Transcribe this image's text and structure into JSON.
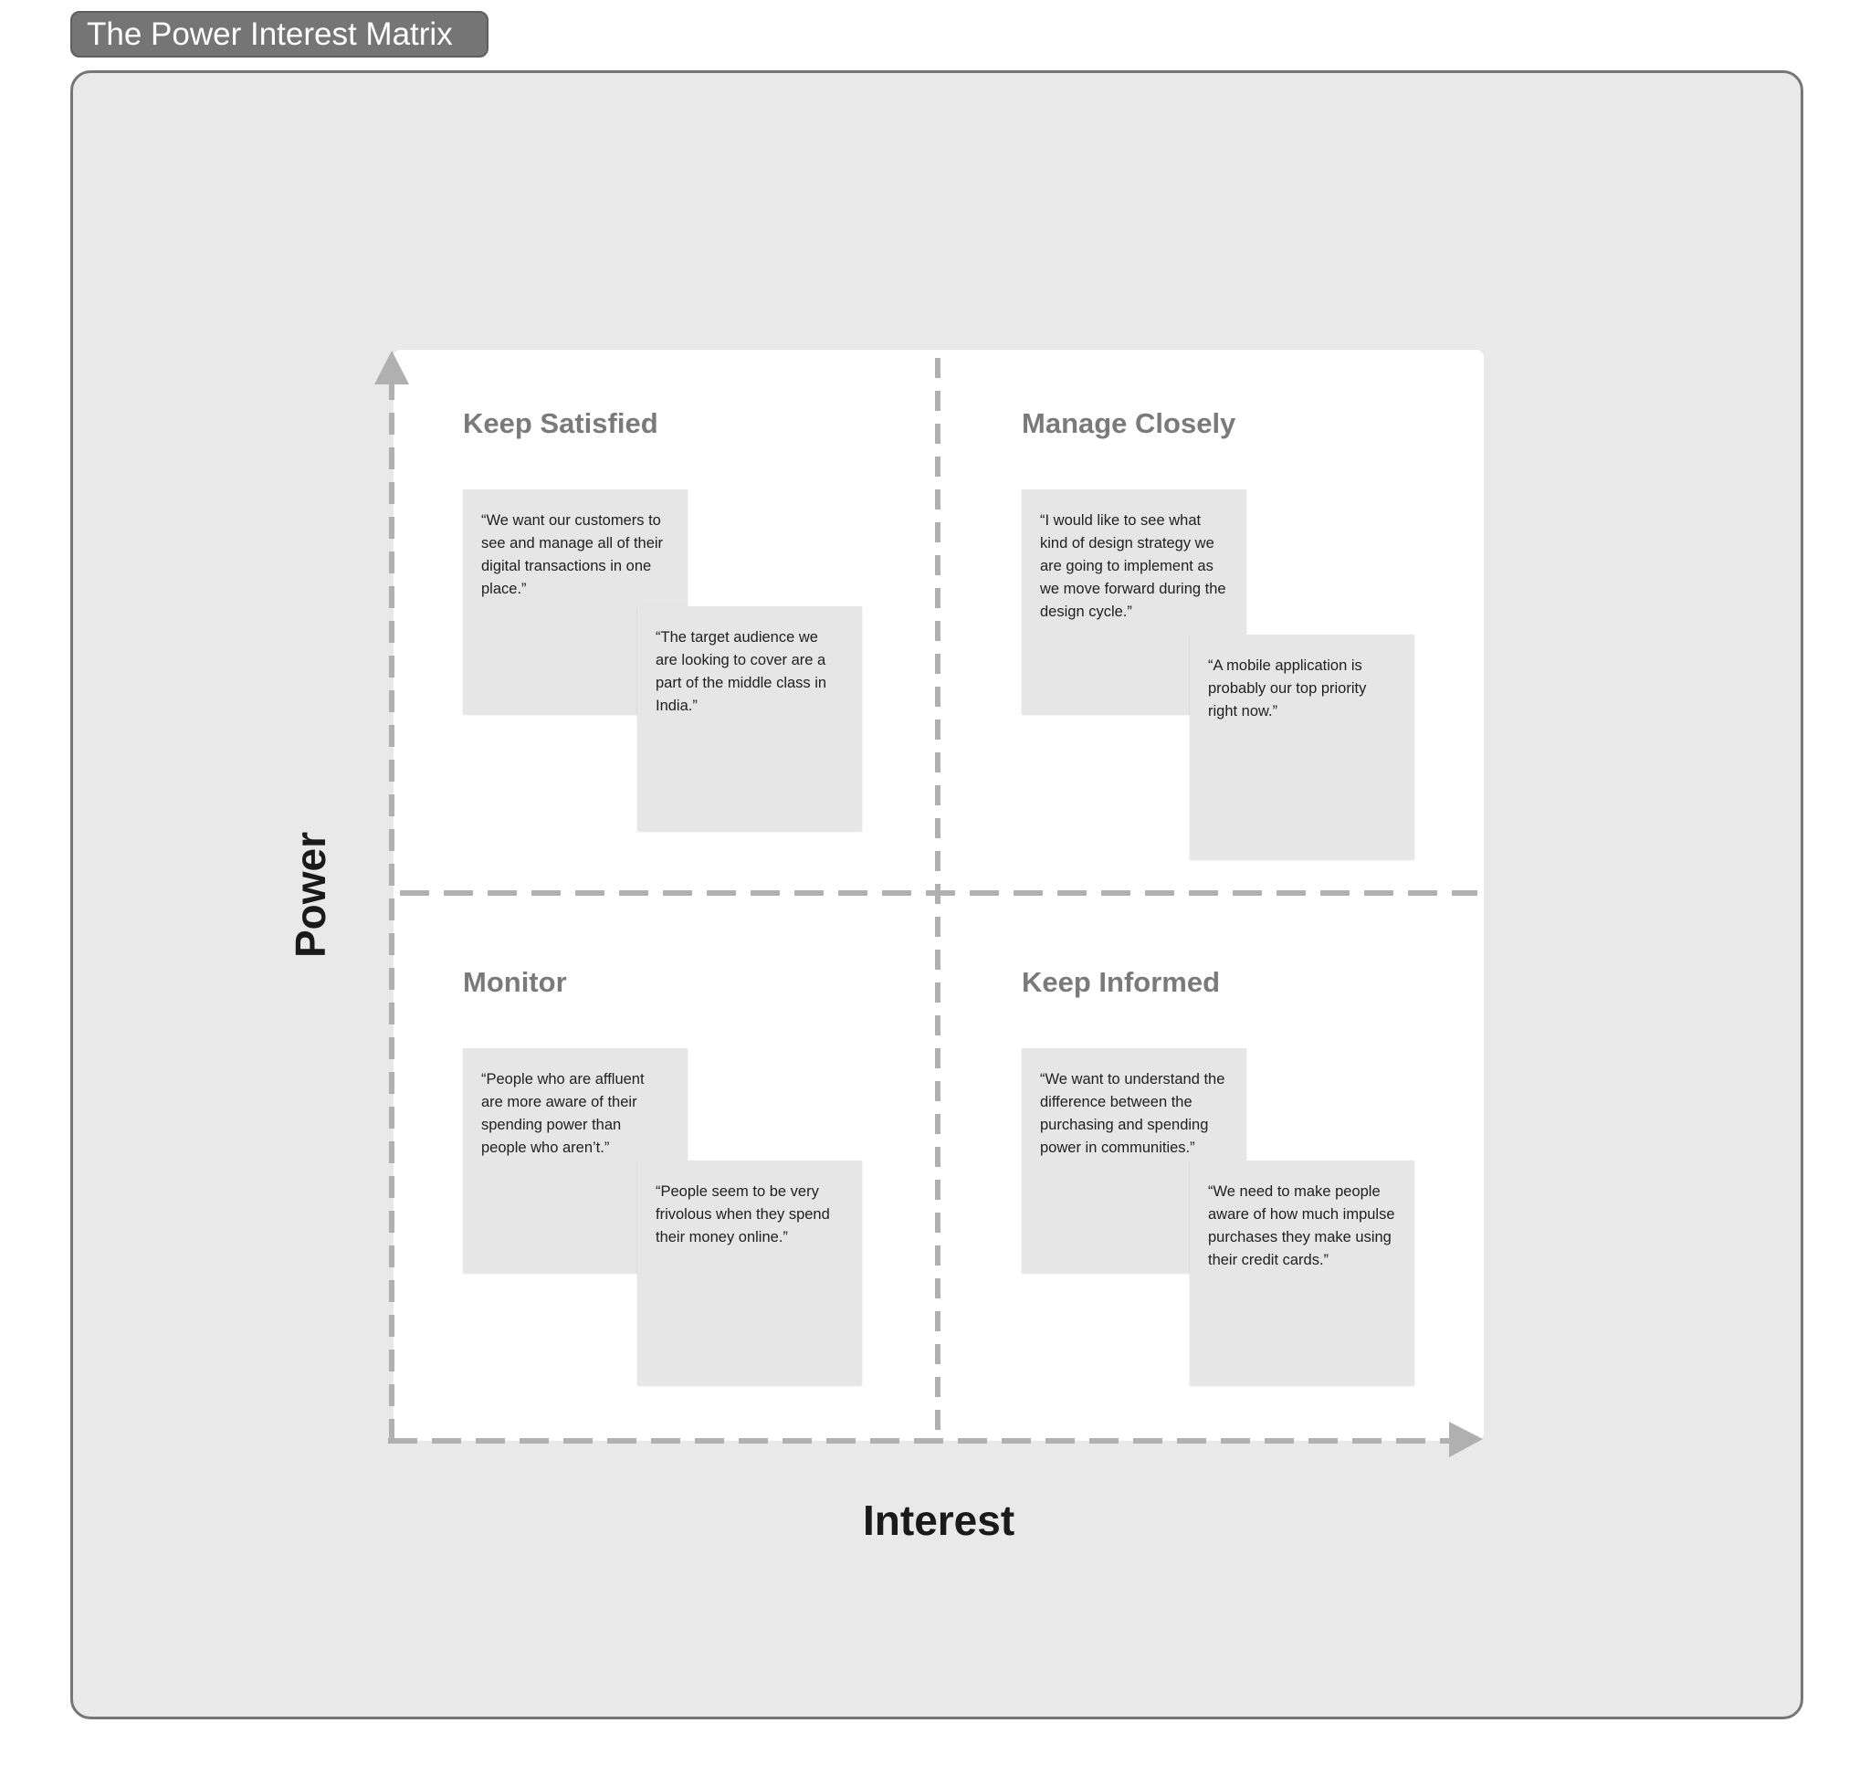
{
  "frame": {
    "title": "The Power Interest Matrix"
  },
  "axes": {
    "x_label": "Interest",
    "y_label": "Power"
  },
  "quadrants": {
    "keep_satisfied": {
      "title": "Keep Satisfied",
      "notes": [
        "“We want our customers to see and manage all of their digital transactions in one place.”",
        "“The target audience we are looking to cover are a part of the middle class in India.”"
      ]
    },
    "manage_closely": {
      "title": "Manage Closely",
      "notes": [
        "“I would like to see what kind of design strategy we are going to implement as we move forward during the design cycle.”",
        "“A mobile application is probably our top priority right now.”"
      ]
    },
    "monitor": {
      "title": "Monitor",
      "notes": [
        "“People who are affluent are more aware of their spending power than people who aren’t.”",
        "“People seem to be very frivolous when they spend their money online.”"
      ]
    },
    "keep_informed": {
      "title": "Keep Informed",
      "notes": [
        "“We want to understand the difference between the purchasing and spending power in communities.”",
        "“We need to make people aware of how much impulse purchases they make using their credit cards.”"
      ]
    }
  },
  "colors": {
    "frame_bg": "#e9e9e9",
    "board_bg": "#ffffff",
    "note_bg": "#e6e6e6",
    "axis_line": "#b0b0b0",
    "quadrant_title": "#7a7a7a"
  }
}
